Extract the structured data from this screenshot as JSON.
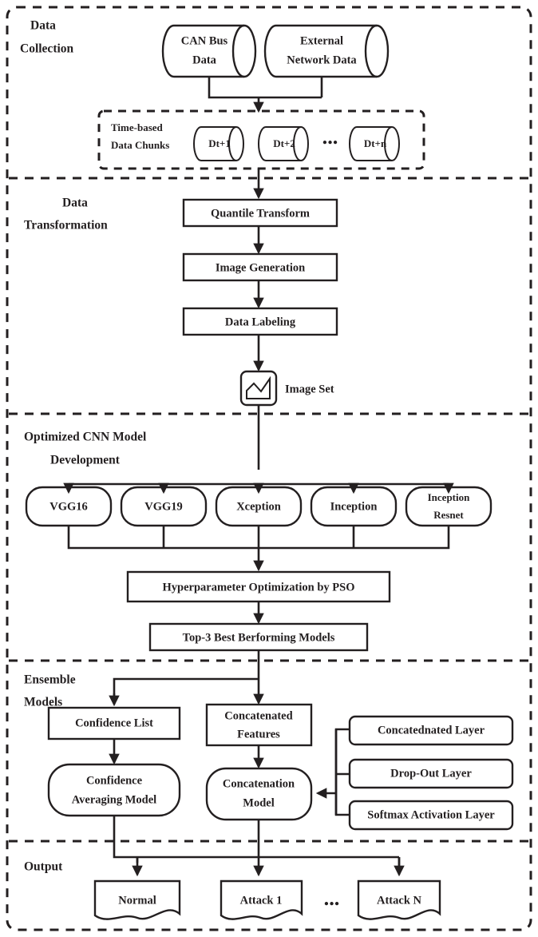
{
  "diagram": {
    "title": "Intrusion Detection Pipeline Flowchart",
    "stroke_color": "#231f20",
    "background_color": "#ffffff",
    "sections": [
      {
        "id": "data-collection",
        "label": "Data\nCollection",
        "label_lines": [
          "Data",
          "Collection"
        ]
      },
      {
        "id": "data-transformation",
        "label": "Data\nTransformation",
        "label_lines": [
          "Data",
          "Transformation"
        ]
      },
      {
        "id": "optimized-cnn-model-development",
        "label_lines": [
          "Optimized CNN Model",
          "Development"
        ]
      },
      {
        "id": "ensemble-models",
        "label_lines": [
          "Ensemble",
          "Models"
        ]
      },
      {
        "id": "output",
        "label_lines": [
          "Output"
        ]
      }
    ]
  },
  "data_collection": {
    "section_label_line1": "Data",
    "section_label_line2": "Collection",
    "sources": [
      {
        "name": "can-bus-data",
        "line1": "CAN Bus",
        "line2": "Data"
      },
      {
        "name": "external-network-data",
        "line1": "External",
        "line2": "Network Data"
      }
    ],
    "chunks_group_label_line1": "Time-based",
    "chunks_group_label_line2": "Data Chunks",
    "chunks": [
      {
        "name": "chunk-dt1",
        "label": "Dt+1"
      },
      {
        "name": "chunk-dt2",
        "label": "Dt+2"
      },
      {
        "name": "chunk-dtn",
        "label": "Dt+n"
      }
    ],
    "chunks_ellipsis": "•••"
  },
  "data_transformation": {
    "section_label_line1": "Data",
    "section_label_line2": "Transformation",
    "steps": [
      {
        "name": "quantile-transform",
        "label": "Quantile Transform"
      },
      {
        "name": "image-generation",
        "label": "Image Generation"
      },
      {
        "name": "data-labeling",
        "label": "Data Labeling"
      }
    ],
    "image_set_label": "Image Set",
    "image_set_icon": "picture-icon"
  },
  "cnn_development": {
    "section_label_line1": "Optimized CNN Model",
    "section_label_line2": "Development",
    "models": [
      {
        "name": "model-vgg16",
        "line1": "VGG16",
        "line2": ""
      },
      {
        "name": "model-vgg19",
        "line1": "VGG19",
        "line2": ""
      },
      {
        "name": "model-xception",
        "line1": "Xception",
        "line2": ""
      },
      {
        "name": "model-inception",
        "line1": "Inception",
        "line2": ""
      },
      {
        "name": "model-inception-resnet",
        "line1": "Inception",
        "line2": "Resnet"
      }
    ],
    "optimization_label": "Hyperparameter Optimization by PSO",
    "top_models_label": "Top-3 Best Berforming Models"
  },
  "ensemble": {
    "section_label_line1": "Ensemble",
    "section_label_line2": "Models",
    "confidence_list_label": "Confidence List",
    "confidence_model_line1": "Confidence",
    "confidence_model_line2": "Averaging Model",
    "concatenated_features_line1": "Concatenated",
    "concatenated_features_line2": "Features",
    "concatenation_model_line1": "Concatenation",
    "concatenation_model_line2": "Model",
    "layers": [
      {
        "name": "concatednated-layer",
        "label": "Concatednated Layer"
      },
      {
        "name": "drop-out-layer",
        "label": "Drop-Out Layer"
      },
      {
        "name": "softmax-activation-layer",
        "label": "Softmax Activation Layer"
      }
    ]
  },
  "output": {
    "section_label": "Output",
    "results": [
      {
        "name": "output-normal",
        "label": "Normal"
      },
      {
        "name": "output-attack-1",
        "label": "Attack 1"
      },
      {
        "name": "output-attack-n",
        "label": "Attack N"
      }
    ],
    "ellipsis": "•••"
  }
}
